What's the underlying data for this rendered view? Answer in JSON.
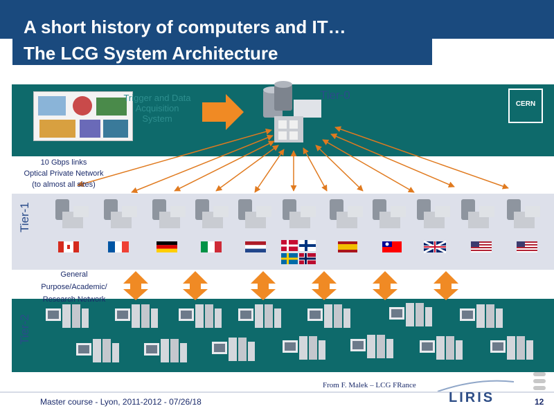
{
  "slide": {
    "title_line1": "A short history of computers and IT…",
    "title_line2": "The LCG System Architecture",
    "page_number": "12",
    "footer": "Master course - Lyon, 2011-2012 - 07/26/18",
    "credit": "From F. Malek – LCG FRance",
    "logo": "LIRIS"
  },
  "tiers": {
    "tier0": "Tier-0",
    "tier1": "Tier-1",
    "tier2": "Tier-2",
    "trigger": "Trigger and Data Acquisition System",
    "network_line1": "10 Gbps links",
    "network_line2": "Optical Private Network",
    "network_line3": "(to almost all sites)",
    "general_line1": "General",
    "general_line2": "Purpose/Academic/",
    "general_line3": "Research Network",
    "cern_logo": "CERN"
  },
  "tier1_flags": [
    {
      "country": "Canada"
    },
    {
      "country": "France"
    },
    {
      "country": "Germany"
    },
    {
      "country": "Italy"
    },
    {
      "country": "Netherlands"
    },
    {
      "country": "Denmark, Finland, Sweden, Norway"
    },
    {
      "country": "Spain"
    },
    {
      "country": "Taiwan"
    },
    {
      "country": "United Kingdom"
    },
    {
      "country": "United States"
    },
    {
      "country": "United States"
    }
  ],
  "colors": {
    "title_bg": "#1a4a7e",
    "tier_dark": "#0e6a6b",
    "tier_light": "#dde0ea",
    "arrow": "#e07a1f"
  }
}
